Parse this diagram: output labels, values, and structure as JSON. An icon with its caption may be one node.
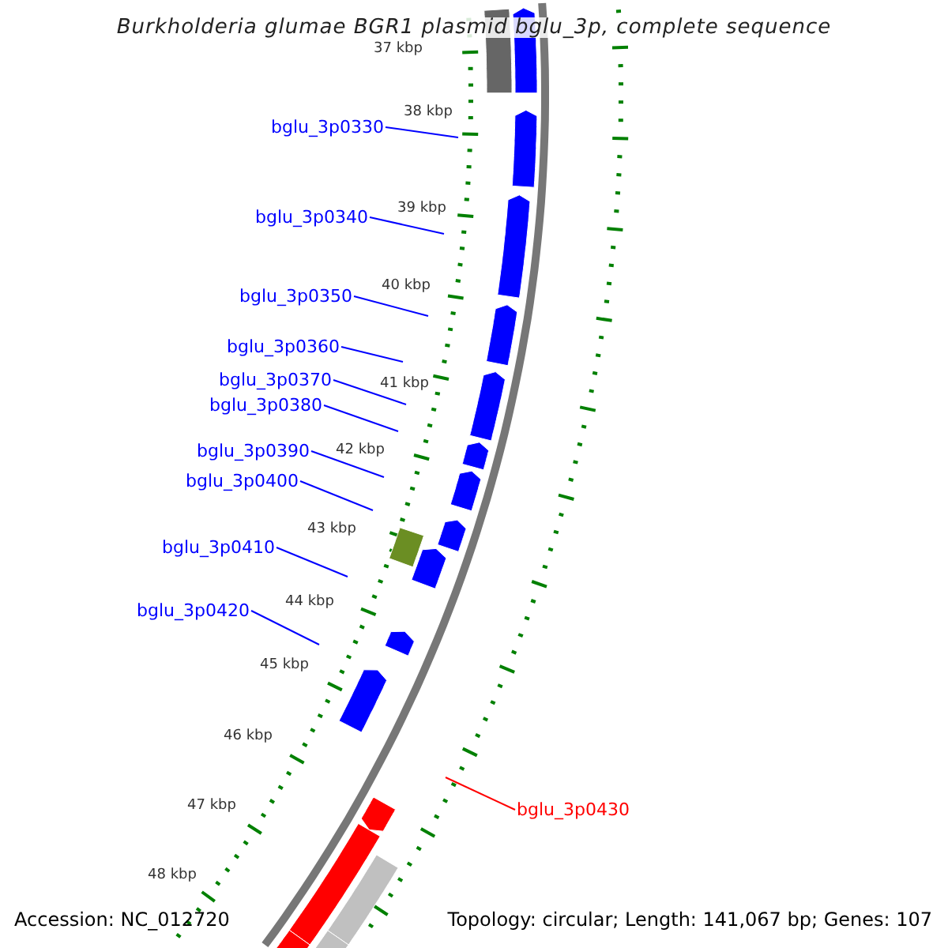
{
  "diagram": {
    "title": "Burkholderia glumae BGR1 plasmid bglu_3p, complete sequence",
    "nodes": [
      {
        "text": [
          "bglu_3p0330"
        ]
      },
      {
        "text": [
          "bglu_3p0340"
        ]
      },
      {
        "text": [
          "bglu_3p0350"
        ]
      },
      {
        "text": [
          "bglu_3p0360"
        ]
      },
      {
        "text": [
          "bglu_3p0370"
        ]
      },
      {
        "text": [
          "bglu_3p0380"
        ]
      },
      {
        "text": [
          "bglu_3p0390"
        ]
      },
      {
        "text": [
          "bglu_3p0400"
        ]
      },
      {
        "text": [
          "bglu_3p0410"
        ]
      },
      {
        "text": [
          "bglu_3p0420"
        ]
      },
      {
        "text": [
          "bglu_3p0430"
        ]
      }
    ],
    "edges": [
      {
        "from": 0,
        "to": null,
        "arrow": "none"
      },
      {
        "from": 1,
        "to": null,
        "arrow": "none"
      },
      {
        "from": 2,
        "to": null,
        "arrow": "none"
      },
      {
        "from": 3,
        "to": null,
        "arrow": "none"
      },
      {
        "from": 4,
        "to": null,
        "arrow": "none"
      },
      {
        "from": 5,
        "to": null,
        "arrow": "none"
      },
      {
        "from": 6,
        "to": null,
        "arrow": "none"
      },
      {
        "from": 7,
        "to": null,
        "arrow": "none"
      },
      {
        "from": 8,
        "to": null,
        "arrow": "none"
      },
      {
        "from": 9,
        "to": null,
        "arrow": "none"
      },
      {
        "from": 10,
        "to": null,
        "arrow": "none",
        "color": "#ff0000"
      }
    ],
    "labels": [
      "37 kbp",
      "38 kbp",
      "39 kbp",
      "40 kbp",
      "41 kbp",
      "42 kbp",
      "43 kbp",
      "44 kbp",
      "45 kbp",
      "46 kbp",
      "47 kbp",
      "48 kbp",
      "Accession: NC_012720",
      "Topology: circular; Length: 141,067 bp; Genes: 107"
    ]
  }
}
